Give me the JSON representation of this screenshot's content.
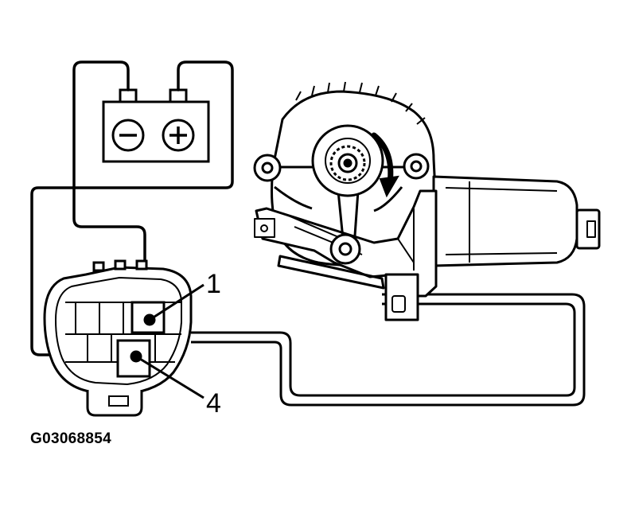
{
  "figure": {
    "id": "G03068854"
  },
  "battery": {
    "negative_symbol": "−",
    "positive_symbol": "+"
  },
  "callouts": {
    "terminal_1": "1",
    "terminal_4": "4"
  },
  "colors": {
    "line": "#000000",
    "background": "#ffffff"
  },
  "arrow_direction": "clockwise"
}
